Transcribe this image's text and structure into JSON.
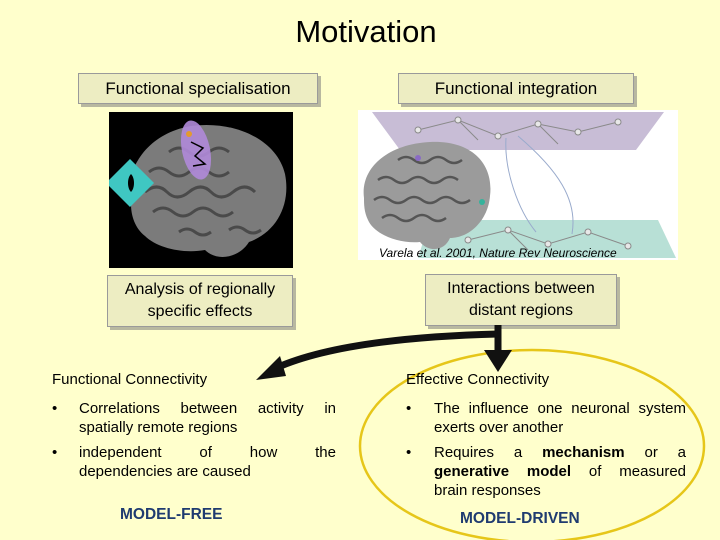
{
  "slide": {
    "title": "Motivation",
    "specialisation_label": "Functional specialisation",
    "integration_label": "Functional integration",
    "analysis_label_line1": "Analysis of regionally",
    "analysis_label_line2": "specific effects",
    "interactions_label_line1": "Interactions between",
    "interactions_label_line2": "distant regions",
    "citation": "Varela et al. 2001, Nature Rev Neuroscience"
  },
  "functional_connectivity": {
    "heading": "Functional Connectivity",
    "bullet1_line1": "Correlations between activity in",
    "bullet1_line2": "spatially remote regions",
    "bullet2_line1": "independent of how the",
    "bullet2_line2": "dependencies are caused",
    "footer": "MODEL-FREE"
  },
  "effective_connectivity": {
    "heading": "Effective Connectivity",
    "bullet1_line1": "The influence one neuronal system",
    "bullet1_line2": "exerts over another",
    "bullet2_line1_a": "Requires a ",
    "bullet2_line1_b": "mechanism",
    "bullet2_line1_c": " or a",
    "bullet2_line2_a": "generative model",
    "bullet2_line2_b": " of measured",
    "bullet2_line3": "brain responses",
    "footer": "MODEL-DRIVEN"
  },
  "bullet_glyph": "•",
  "colors": {
    "background": "#ffffcc",
    "box_fill": "#ededc2",
    "highlight_ellipse": "#e6c619",
    "model_label": "#1f3b70"
  }
}
